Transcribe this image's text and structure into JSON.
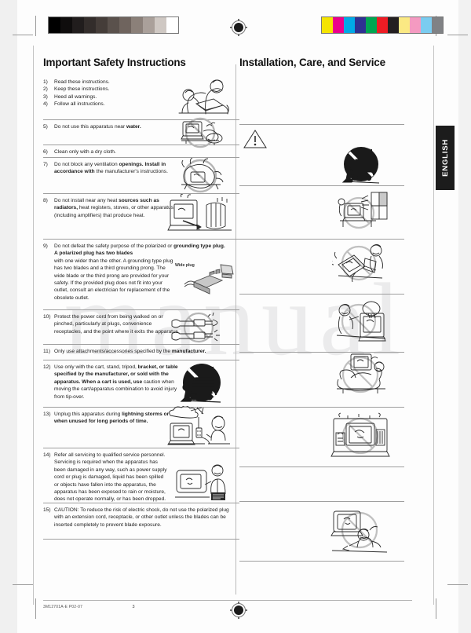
{
  "document": {
    "footer_code": "3M12701A-E P02-07",
    "page_number": "3",
    "language_tab": "ENGLISH",
    "watermark": "manual"
  },
  "calibration": {
    "grayscale_label": "grayscale-calibration-bar",
    "grayscale_steps": [
      "#000000",
      "#0f0d0d",
      "#211d1d",
      "#332d2b",
      "#453d39",
      "#5a514c",
      "#6f645e",
      "#8b8079",
      "#aaa09a",
      "#cfc8c3",
      "#ffffff"
    ],
    "color_label": "color-calibration-bar",
    "color_swatches": [
      "#f5e400",
      "#ec008c",
      "#00a9e7",
      "#2e3192",
      "#00a651",
      "#ed1c24",
      "#231f20",
      "#fbe983",
      "#f49ac1",
      "#7accf0",
      "#808285"
    ]
  },
  "left_column": {
    "title": "Important Safety Instructions",
    "items": [
      {
        "id": "item-1-4",
        "lines": [
          {
            "num": "1)",
            "text": "Read these instructions."
          },
          {
            "num": "2)",
            "text": "Keep these instructions."
          },
          {
            "num": "3)",
            "text": "Heed all warnings."
          },
          {
            "num": "4)",
            "text": "Follow all instructions."
          }
        ],
        "illustration": "family-reading-manual-illustration"
      },
      {
        "id": "item-5",
        "num": "5)",
        "text_plain": "Do not use this apparatus near ",
        "text_bold": "water.",
        "illustration": "tv-near-water-prohibited-illustration"
      },
      {
        "id": "item-6",
        "num": "6)",
        "text_plain": "Clean only with a dry cloth.",
        "text_bold": "",
        "illustration": ""
      },
      {
        "id": "item-7",
        "num": "7)",
        "text_plain": "Do not block any ventilation ",
        "text_bold": "openings. Install in accordance with ",
        "text_plain2": "the manufacturer's instructions.",
        "illustration": "blocked-ventilation-prohibited-illustration"
      },
      {
        "id": "item-8",
        "num": "8)",
        "text_plain": "Do not install near any heat ",
        "text_bold": "sources such as radiators, ",
        "text_plain2": "heat registers, stoves, or other apparatus (including amplifiers) that produce heat.",
        "illustration": "heat-source-radiator-illustration"
      },
      {
        "id": "item-9",
        "num": "9)",
        "text_plain": "Do not defeat the safety purpose of the polarized or ",
        "text_bold": "grounding type plug. A polarized plug has two blades ",
        "text_plain2": "with one wider than the other. A grounding type plug has two blades and a third grounding prong. The wide blade or the third prong are provided for your safety. If the provided plug does not fit into your outlet, consult an electrician for replacement of the obsolete outlet.",
        "illustration": "polarized-plug-illustration",
        "caption": "Wide plug"
      },
      {
        "id": "item-10",
        "num": "10)",
        "text_plain": "Protect the power cord from being walked on or pinched, particularly at plugs, convenience receptacles, and the point where it exits the apparatus.",
        "text_bold": "",
        "illustration": "pinched-power-cord-illustration"
      },
      {
        "id": "item-11",
        "num": "11)",
        "text_plain": "Only use attachments/accessories specified by the ",
        "text_bold": "manufacturer.",
        "illustration": ""
      },
      {
        "id": "item-12",
        "num": "12)",
        "text_plain": "Use only with the cart, stand, tripod, ",
        "text_bold": "bracket, or table specified by the manufacturer, or sold with the apparatus. When a cart is used, use ",
        "text_plain2": "caution when moving the cart/apparatus combination to avoid injury from tip-over.",
        "illustration": "cart-tip-over-warning-illustration"
      },
      {
        "id": "item-13",
        "num": "13)",
        "text_plain": "Unplug this apparatus during ",
        "text_bold": "lightning storms or when unused for long periods of time.",
        "illustration": "lightning-storm-unplug-illustration"
      },
      {
        "id": "item-14",
        "num": "14)",
        "text_plain": "Refer all servicing to qualified service personnel. Servicing is required when the apparatus has been damaged in any way, such as power supply cord or plug is damaged, liquid has been spilled or objects have fallen into the apparatus, the apparatus has been exposed to rain or moisture, does not operate normally, or has been dropped.",
        "text_bold": "",
        "illustration": "qualified-service-technician-illustration"
      },
      {
        "id": "item-15",
        "num": "15)",
        "text_plain": "CAUTION: To reduce the risk of electric shock, do not use the polarized plug with an extension cord, receptacle, or other outlet unless the blades can be inserted completely to prevent blade exposure.",
        "text_bold": "",
        "illustration": ""
      }
    ]
  },
  "right_column": {
    "title": "Installation, Care, and Service",
    "items": [
      {
        "id": "r-item-1",
        "illustration": ""
      },
      {
        "id": "r-item-2",
        "illustration": "warning-triangle-and-cart-illustration"
      },
      {
        "id": "r-item-3",
        "illustration": "sunlight-window-heat-illustration"
      },
      {
        "id": "r-item-4",
        "illustration": "tv-falling-child-illustration"
      },
      {
        "id": "r-item-5",
        "illustration": "tv-water-spill-illustration"
      },
      {
        "id": "r-item-6",
        "illustration": "tv-on-sofa-illustration"
      },
      {
        "id": "r-item-7",
        "illustration": "tv-in-cabinet-illustration"
      },
      {
        "id": "r-item-8",
        "illustration": ""
      },
      {
        "id": "r-item-9",
        "illustration": "tv-cleaning-illustration"
      }
    ]
  }
}
